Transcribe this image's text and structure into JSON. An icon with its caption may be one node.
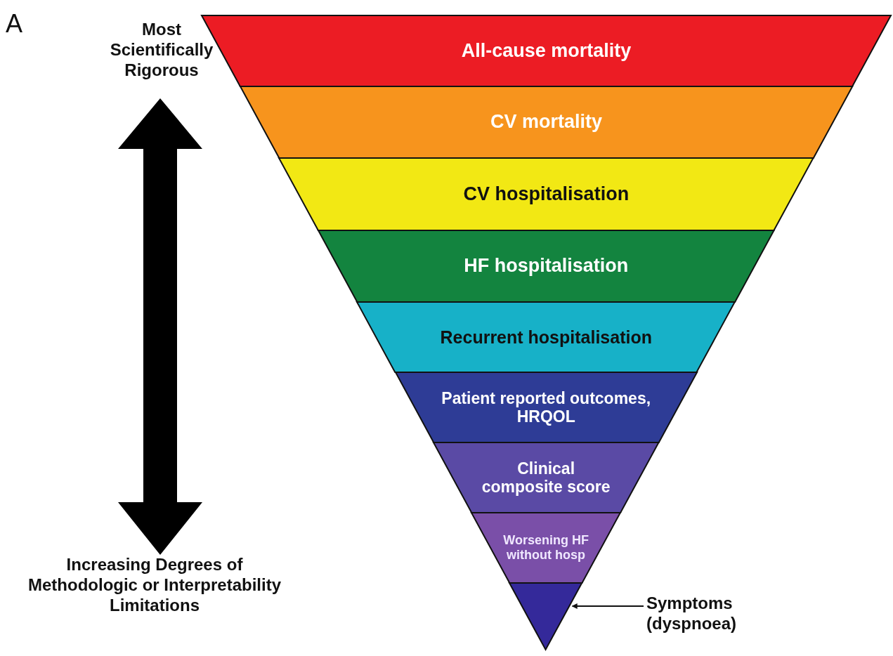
{
  "diagram": {
    "nodes": [
      {
        "text": [
          "All-cause mortality"
        ]
      },
      {
        "text": [
          "CV mortality"
        ]
      },
      {
        "text": [
          "CV hospitalisation"
        ]
      },
      {
        "text": [
          "HF hospitalisation"
        ]
      },
      {
        "text": [
          "Recurrent hospitalisation"
        ]
      },
      {
        "text": [
          "Patient reported outcomes, HRQOL"
        ]
      },
      {
        "text": [
          "Clinical composite score"
        ]
      },
      {
        "text": [
          "Worsening HF without hosp"
        ]
      },
      {
        "text": [],
        "shape": "triangle"
      },
      {
        "text": [
          "Symptoms (dyspnoea)"
        ]
      }
    ],
    "edges": [
      {
        "from": 9,
        "to": 8,
        "arrow": "to"
      }
    ],
    "labels": [
      "A",
      "Most Scientifically Rigorous",
      "Increasing Degrees of Methodologic or Interpretability Limitations"
    ]
  }
}
